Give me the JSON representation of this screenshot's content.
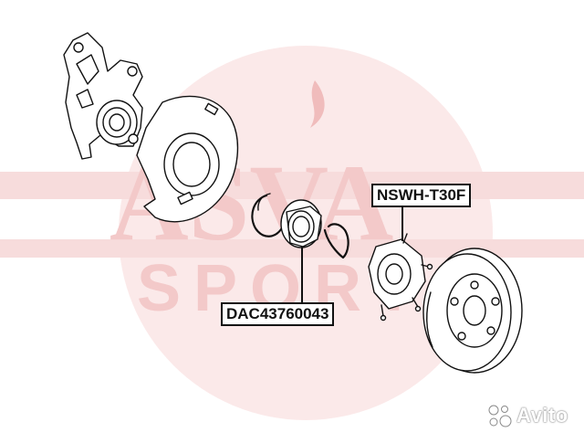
{
  "background_logo": {
    "text": "ASVA",
    "subtext": "SPORT",
    "color": "#f3c9c9",
    "band_color": "#f7dcdc"
  },
  "callouts": {
    "bearing_part_number": "DAC43760043",
    "hub_part_number": "NSWH-T30F"
  },
  "watermark": {
    "text": "Avito",
    "icon": "avito-dots-icon"
  },
  "colors": {
    "line": "#111111",
    "logo": "#f3c9c9"
  }
}
